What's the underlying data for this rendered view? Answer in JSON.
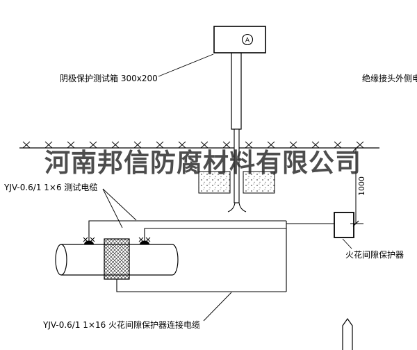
{
  "company_watermark": "河南邦信防腐材料有限公司",
  "labels": {
    "test_box": "阴极保护测试箱 300x200",
    "insulated_joint_cable": "绝缘接头外侧电缆",
    "test_cable": "YJV-0.6/1 1×6 测试电缆",
    "spark_gap_protector": "火花间隙保护器",
    "protector_cable": "YJV-0.6/1 1×16 火花间隙保护器连接电缆",
    "meter": "A",
    "dimension_1000": "1000"
  },
  "colors": {
    "line": "#000000",
    "watermark": "#2e2e2e",
    "background": "#ffffff"
  }
}
